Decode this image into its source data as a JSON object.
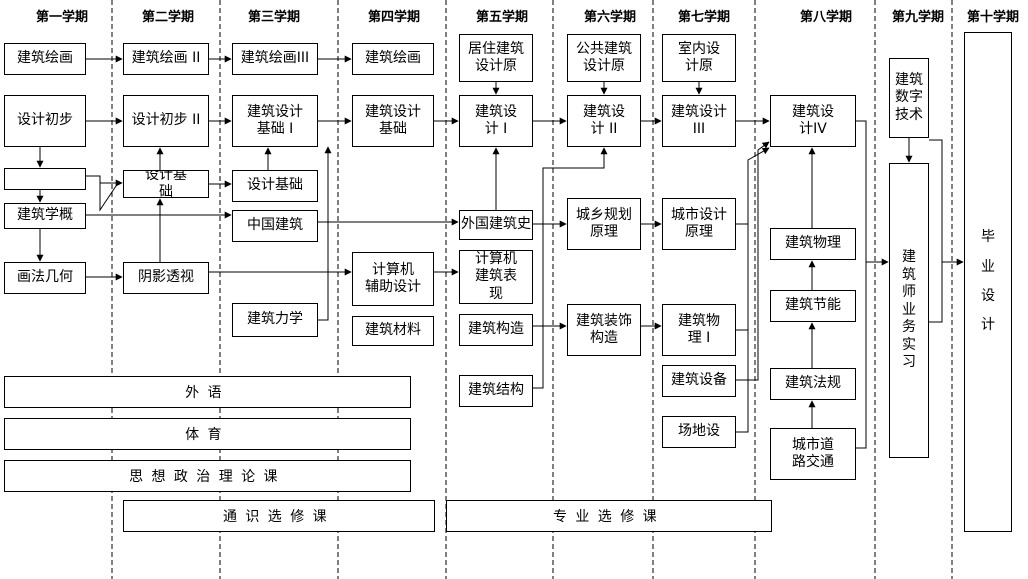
{
  "semesters": [
    "第一学期",
    "第二学期",
    "第三学期",
    "第四学期",
    "第五学期",
    "第六学期",
    "第七学期",
    "第八学期",
    "第九学期",
    "第十学期"
  ],
  "courses": {
    "drawing1": "建筑绘画",
    "design_intro": "设计初步",
    "blank": "",
    "arch_overview": "建筑学概",
    "descriptive_geometry": "画法几何",
    "drawing2": "建筑绘画 II",
    "design_intro2": "设计初步 II",
    "design_basis_s2": "设计基\n础",
    "shadow_perspective": "阴影透视",
    "drawing3": "建筑绘画III",
    "arch_design_basis1": "建筑设计\n基础 I",
    "design_basis_s3": "设计基础",
    "chinese_arch": "中国建筑",
    "arch_mechanics": "建筑力学",
    "drawing4": "建筑绘画",
    "arch_design_basis": "建筑设计\n基础",
    "cad": "计算机\n辅助设计",
    "arch_materials": "建筑材料",
    "residential_principle": "居住建筑\n设计原",
    "arch_design1": "建筑设\n计 I",
    "foreign_arch_history": "外国建筑史",
    "computer_arch_repr": "计算机\n建筑表\n现",
    "arch_construction": "建筑构造",
    "arch_structure": "建筑结构",
    "public_principle": "公共建筑\n设计原",
    "arch_design2": "建筑设\n计 II",
    "urban_rural_planning": "城乡规划\n原理",
    "decoration_construction": "建筑装饰\n构造",
    "interior_principle": "室内设\n计原",
    "arch_design3": "建筑设计\nIII",
    "urban_design_principle": "城市设计\n原理",
    "arch_physics1": "建筑物\n理 I",
    "building_equipment": "建筑设备",
    "site_design": "场地设",
    "arch_design4": "建筑设\n计IV",
    "arch_physics": "建筑物理",
    "energy_saving": "建筑节能",
    "regulations": "建筑法规",
    "urban_roads": "城市道\n路交通",
    "digital_tech": "建筑\n数字\n技术",
    "practice": "建\n筑\n师\n业\n务\n实\n习",
    "graduation": "毕\n业\n设\n计"
  },
  "bars": {
    "foreign_language": "外语",
    "pe": "体育",
    "ideology": "思想政治理论课",
    "general_electives": "通识选修课",
    "major_electives": "专业选修课"
  }
}
